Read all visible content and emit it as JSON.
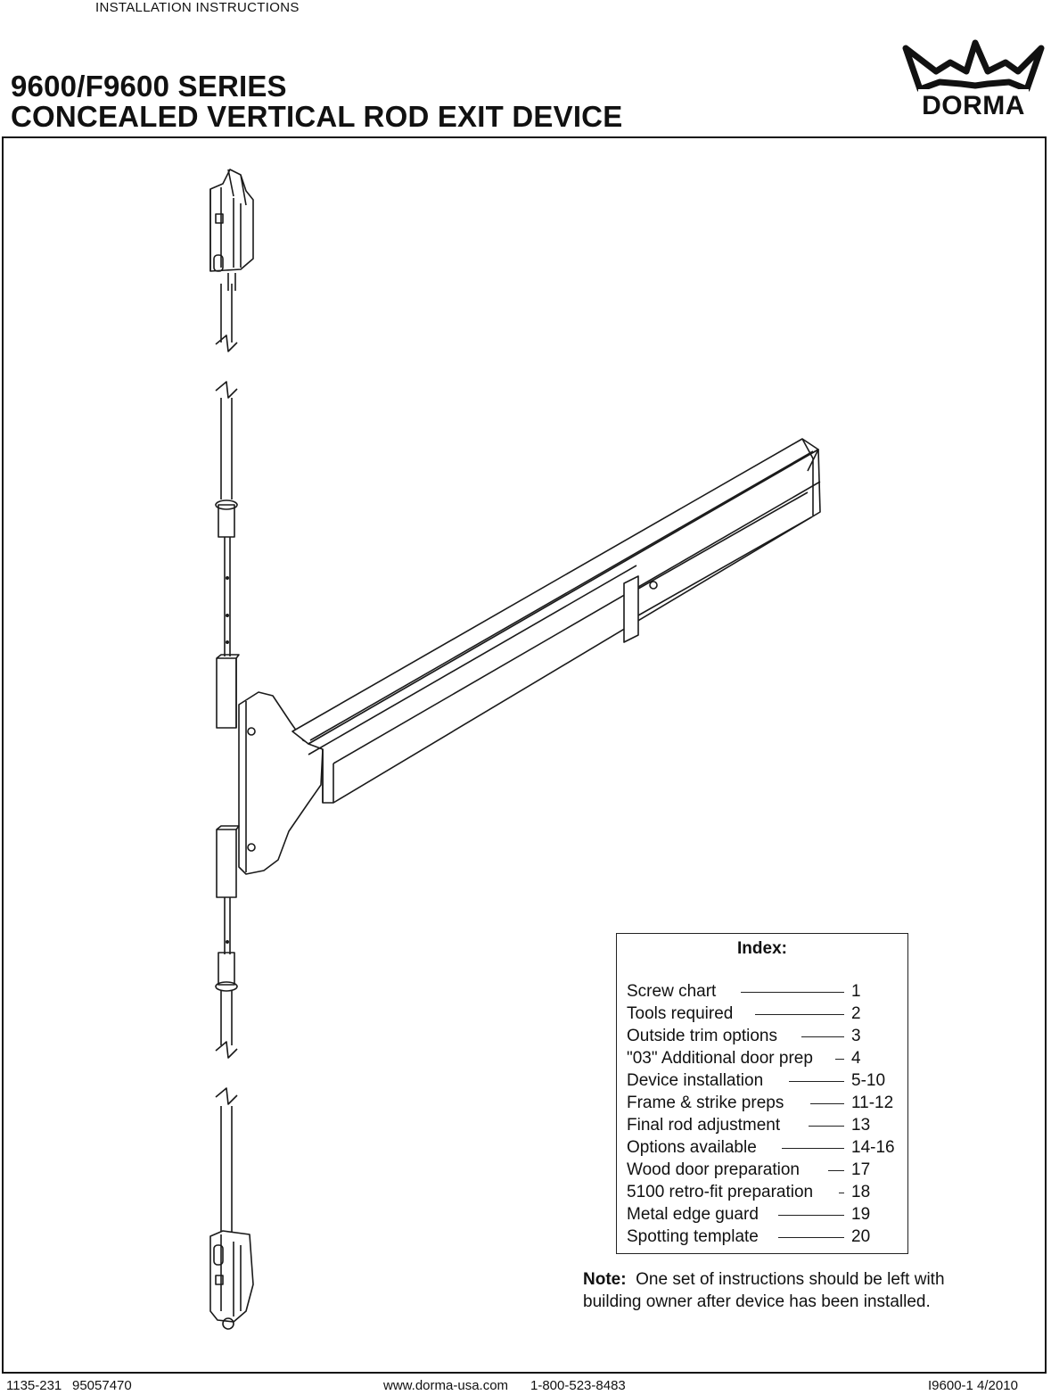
{
  "header": {
    "label": "INSTALLATION INSTRUCTIONS",
    "title_line1": "9600/F9600 SERIES",
    "title_line2": "CONCEALED VERTICAL ROD EXIT DEVICE",
    "logo_text": "DORMA"
  },
  "index": {
    "title": "Index:",
    "items": [
      {
        "label": "Screw chart",
        "page": "1"
      },
      {
        "label": "Tools required",
        "page": "2"
      },
      {
        "label": "Outside trim options",
        "page": "3"
      },
      {
        "label": "\"03\" Additional door prep",
        "page": "4"
      },
      {
        "label": "Device installation",
        "page": "5-10"
      },
      {
        "label": "Frame & strike preps",
        "page": "11-12"
      },
      {
        "label": "Final rod adjustment",
        "page": "13"
      },
      {
        "label": "Options available",
        "page": "14-16"
      },
      {
        "label": "Wood door preparation",
        "page": "17"
      },
      {
        "label": "5100 retro-fit preparation",
        "page": "18"
      },
      {
        "label": "Metal edge guard",
        "page": "19"
      },
      {
        "label": "Spotting template",
        "page": "20"
      }
    ]
  },
  "note": {
    "label": "Note:",
    "text": "One set of instructions should be left with building owner after device has been installed."
  },
  "footer": {
    "part_number": "1135-231",
    "doc_number": "95057470",
    "website": "www.dorma-usa.com",
    "phone": "1-800-523-8483",
    "revision": "I9600-1  4/2010"
  }
}
